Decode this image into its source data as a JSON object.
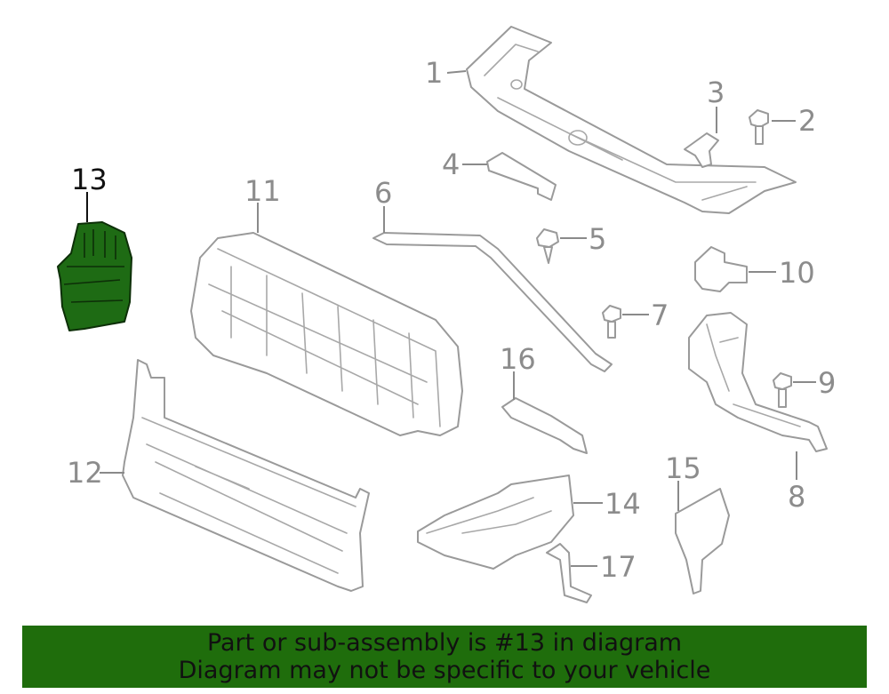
{
  "callouts": [
    {
      "id": "1",
      "label": "1"
    },
    {
      "id": "2",
      "label": "2"
    },
    {
      "id": "3",
      "label": "3"
    },
    {
      "id": "4",
      "label": "4"
    },
    {
      "id": "5",
      "label": "5"
    },
    {
      "id": "6",
      "label": "6"
    },
    {
      "id": "7",
      "label": "7"
    },
    {
      "id": "8",
      "label": "8"
    },
    {
      "id": "9",
      "label": "9"
    },
    {
      "id": "10",
      "label": "10"
    },
    {
      "id": "11",
      "label": "11"
    },
    {
      "id": "12",
      "label": "12"
    },
    {
      "id": "13",
      "label": "13"
    },
    {
      "id": "14",
      "label": "14"
    },
    {
      "id": "15",
      "label": "15"
    },
    {
      "id": "16",
      "label": "16"
    },
    {
      "id": "17",
      "label": "17"
    }
  ],
  "highlighted_part": "13",
  "colors": {
    "highlight": "#1e6b14",
    "banner": "#1f6d0c",
    "callout": "#8c8c8c",
    "outline": "#9a9a9a"
  },
  "banner": {
    "line1": "Part or sub-assembly is #13 in diagram",
    "line2": "Diagram may not be specific to your vehicle"
  }
}
